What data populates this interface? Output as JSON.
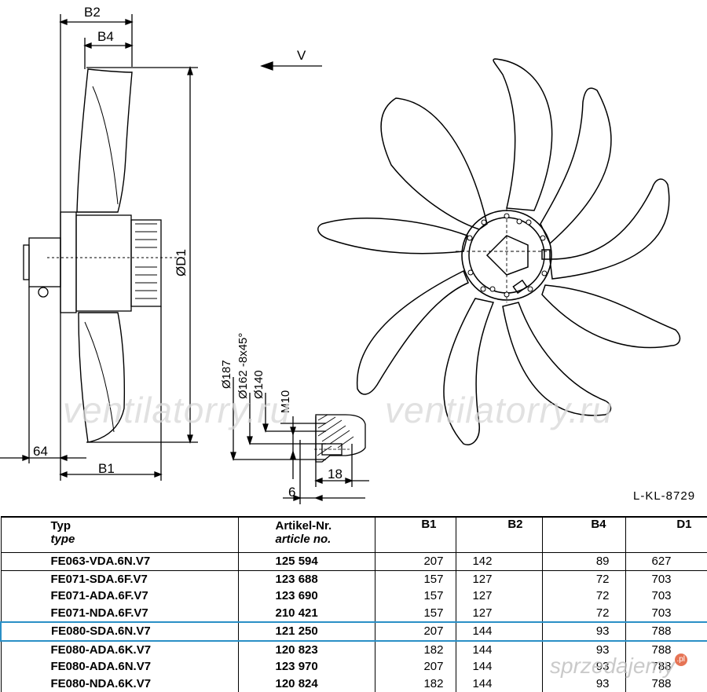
{
  "drawing": {
    "dims": {
      "b2": "B2",
      "b4": "B4",
      "b1": "B1",
      "d1": "ØD1",
      "v": "V",
      "w64": "64",
      "d187": "Ø187",
      "d162": "Ø162 -8x45°",
      "d140": "Ø140",
      "m10": "M10",
      "w18": "18",
      "w6": "6"
    },
    "code": "L-KL-8729",
    "watermark": "ventilatorry.ru"
  },
  "table": {
    "headers": {
      "typ": "Typ",
      "typ_en": "type",
      "art": "Artikel-Nr.",
      "art_en": "article no.",
      "b1": "B1",
      "b2": "B2",
      "b4": "B4",
      "d1": "D1"
    },
    "rows": [
      {
        "typ": "FE063-VDA.6N.V7",
        "art": "125 594",
        "b1": "207",
        "b2": "142",
        "b4": "89",
        "d1": "627"
      },
      {
        "typ": "FE071-SDA.6F.V7",
        "art": "123 688",
        "b1": "157",
        "b2": "127",
        "b4": "72",
        "d1": "703"
      },
      {
        "typ": "FE071-ADA.6F.V7",
        "art": "123 690",
        "b1": "157",
        "b2": "127",
        "b4": "72",
        "d1": "703"
      },
      {
        "typ": "FE071-NDA.6F.V7",
        "art": "210 421",
        "b1": "157",
        "b2": "127",
        "b4": "72",
        "d1": "703"
      },
      {
        "typ": "FE080-SDA.6N.V7",
        "art": "121 250",
        "b1": "207",
        "b2": "144",
        "b4": "93",
        "d1": "788"
      },
      {
        "typ": "FE080-ADA.6K.V7",
        "art": "120 823",
        "b1": "182",
        "b2": "144",
        "b4": "93",
        "d1": "788"
      },
      {
        "typ": "FE080-ADA.6N.V7",
        "art": "123 970",
        "b1": "207",
        "b2": "144",
        "b4": "93",
        "d1": "788"
      },
      {
        "typ": "FE080-NDA.6K.V7",
        "art": "120 824",
        "b1": "182",
        "b2": "144",
        "b4": "93",
        "d1": "788"
      }
    ],
    "highlight_row": 4,
    "highlight_color": "#2a8fc6"
  },
  "marketplace_watermark": {
    "text": "sprzedajemy",
    "badge": ".pl"
  }
}
